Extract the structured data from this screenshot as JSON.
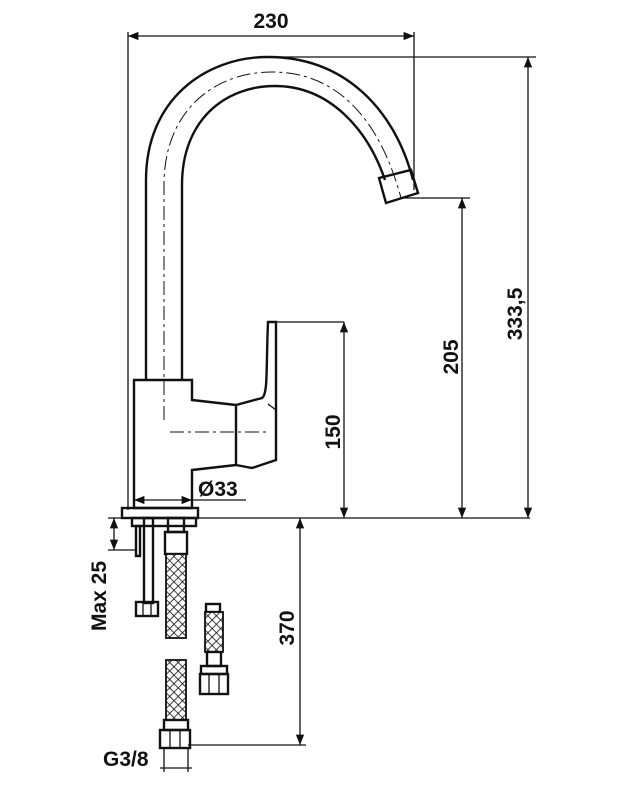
{
  "dimensions": {
    "overall_width": "230",
    "total_height": "333,5",
    "spout_height": "205",
    "lever_height": "150",
    "body_diameter": "Ø33",
    "max_thickness": "Max 25",
    "hose_length": "370",
    "connection_thread": "G3/8"
  }
}
